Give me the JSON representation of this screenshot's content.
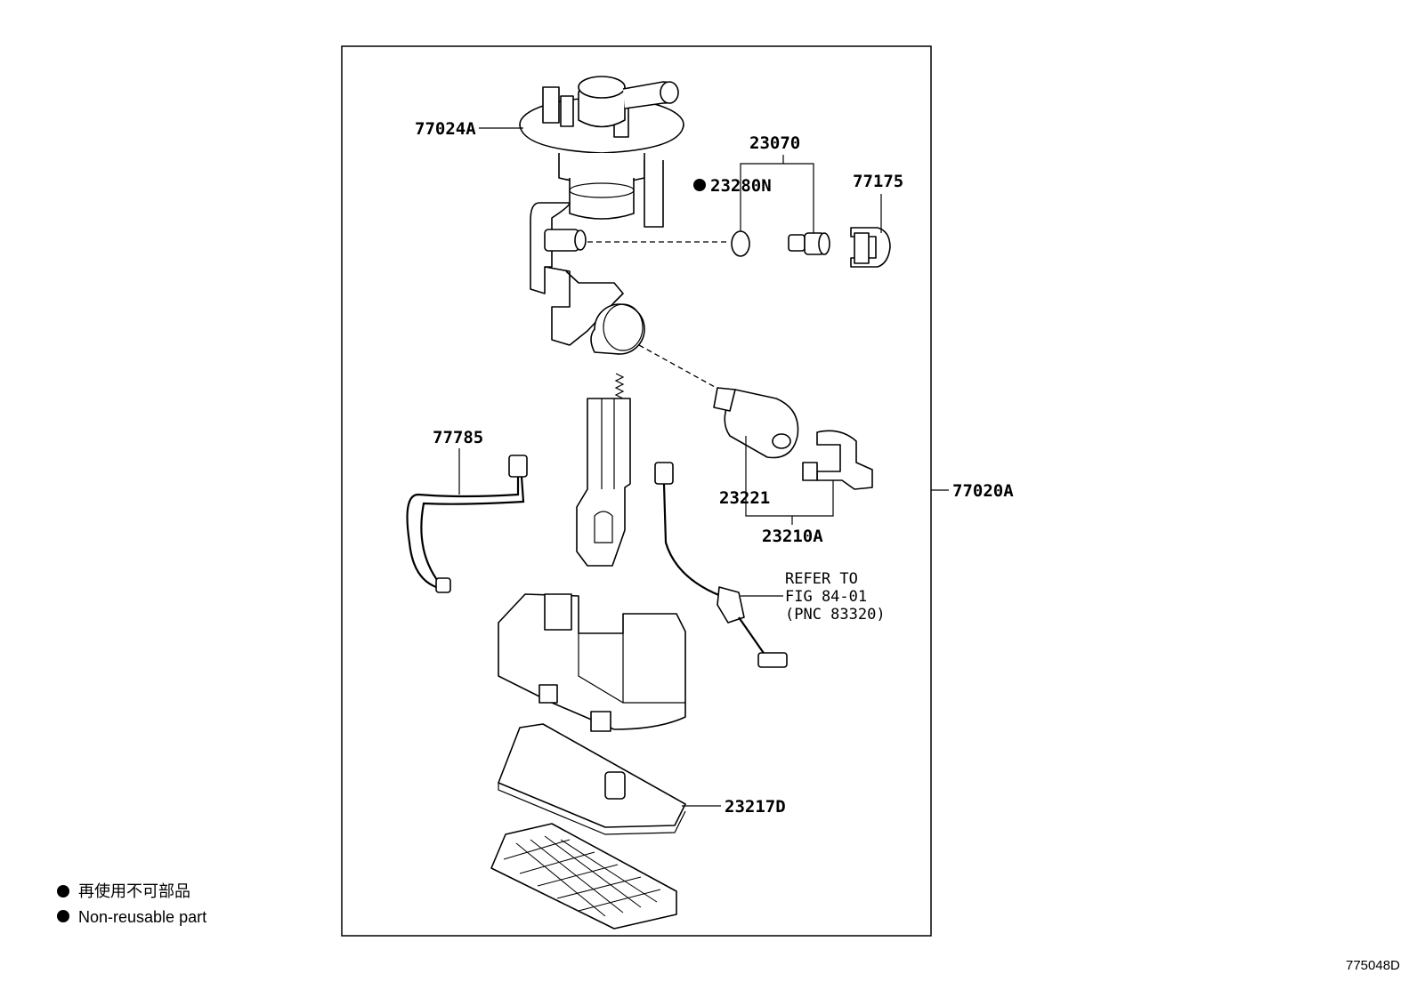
{
  "diagram": {
    "figure_code": "775048D",
    "labels": {
      "p77024A": "77024A",
      "p23070": "23070",
      "p23280N": "23280N",
      "p77175": "77175",
      "p77785": "77785",
      "p23221": "23221",
      "p23210A": "23210A",
      "p77020A": "77020A",
      "p23217D": "23217D"
    },
    "reference_note": {
      "line1": "REFER TO",
      "line2": "FIG 84-01",
      "line3": "(PNC 83320)"
    },
    "legend": {
      "japanese": "再使用不可部品",
      "english": "Non-reusable part"
    }
  }
}
